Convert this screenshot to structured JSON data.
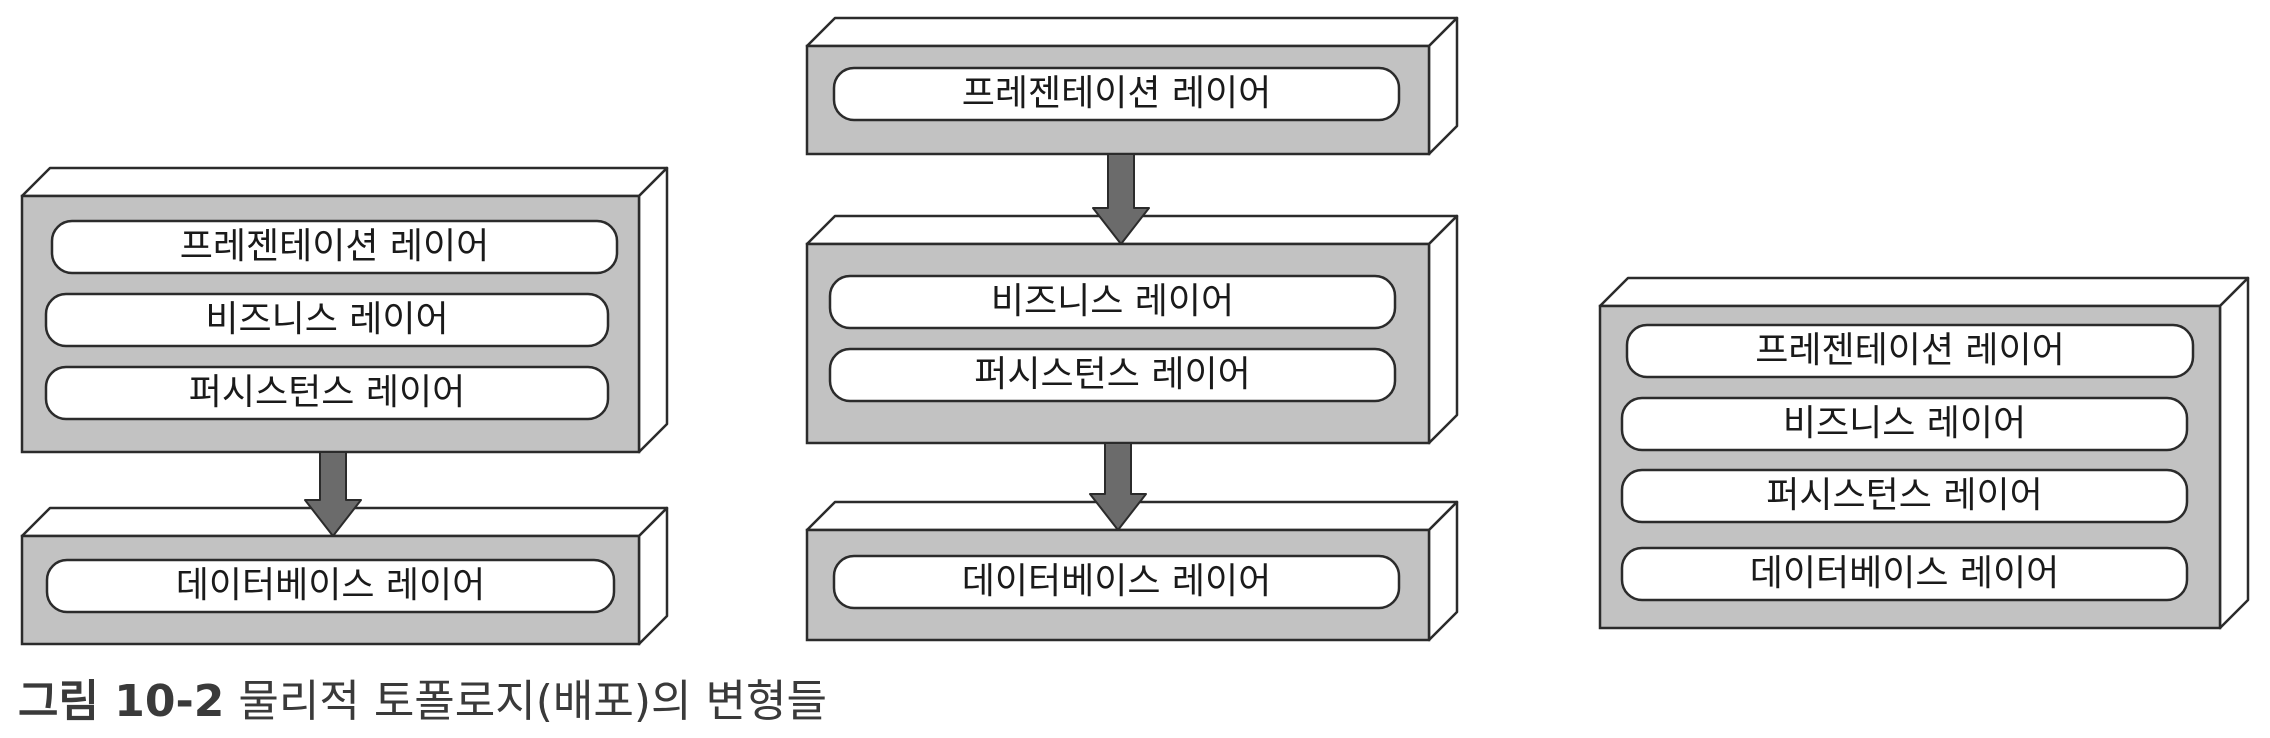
{
  "diagram": {
    "colors": {
      "box_front": "#c2c2c2",
      "box_side": "#ffffff",
      "stroke": "#2b2b2b",
      "layer_fill": "#ffffff",
      "arrow": "#6b6b6b"
    },
    "variants": [
      {
        "boxes": [
          {
            "layers": [
              "프레젠테이션 레이어",
              "비즈니스 레이어",
              "퍼시스턴스 레이어"
            ]
          },
          {
            "layers": [
              "데이터베이스 레이어"
            ]
          }
        ]
      },
      {
        "boxes": [
          {
            "layers": [
              "프레젠테이션 레이어"
            ]
          },
          {
            "layers": [
              "비즈니스 레이어",
              "퍼시스턴스 레이어"
            ]
          },
          {
            "layers": [
              "데이터베이스 레이어"
            ]
          }
        ]
      },
      {
        "boxes": [
          {
            "layers": [
              "프레젠테이션 레이어",
              "비즈니스 레이어",
              "퍼시스턴스 레이어",
              "데이터베이스 레이어"
            ]
          }
        ]
      }
    ]
  },
  "caption": {
    "number": "그림 10-2",
    "text": "물리적 토폴로지(배포)의 변형들"
  }
}
